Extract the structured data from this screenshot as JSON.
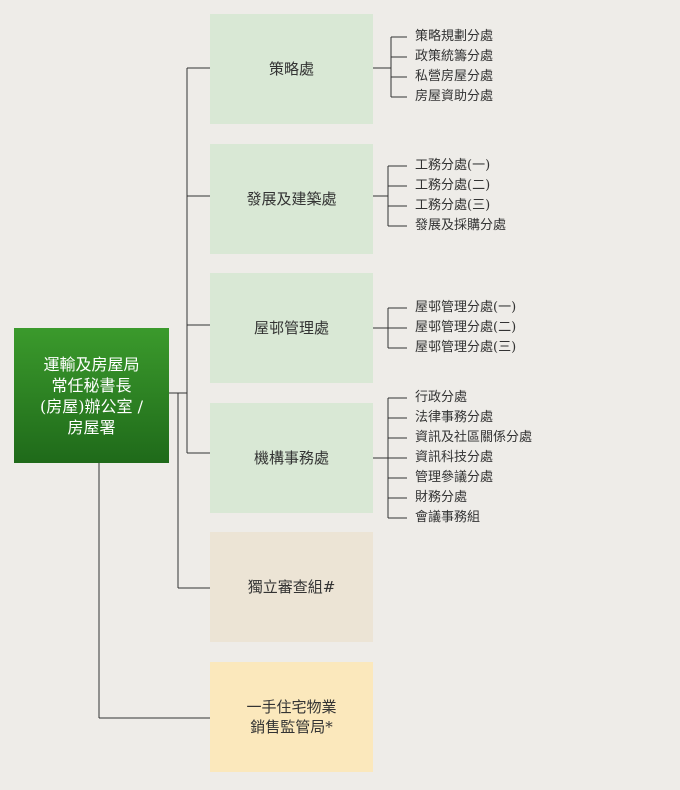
{
  "root": {
    "line1": "運輸及房屋局",
    "line2": "常任秘書長",
    "line3": "(房屋)辦公室 /",
    "line4": "房屋署"
  },
  "divisions": [
    {
      "label": "策略處",
      "subs": [
        "策略規劃分處",
        "政策統籌分處",
        "私營房屋分處",
        "房屋資助分處"
      ]
    },
    {
      "label": "發展及建築處",
      "subs": [
        "工務分處(一)",
        "工務分處(二)",
        "工務分處(三)",
        "發展及採購分處"
      ]
    },
    {
      "label": "屋邨管理處",
      "subs": [
        "屋邨管理分處(一)",
        "屋邨管理分處(二)",
        "屋邨管理分處(三)"
      ]
    },
    {
      "label": "機構事務處",
      "subs": [
        "行政分處",
        "法律事務分處",
        "資訊及社區關係分處",
        "資訊科技分處",
        "管理參議分處",
        "財務分處",
        "會議事務組"
      ]
    }
  ],
  "independent_unit": {
    "label": "獨立審查組#"
  },
  "sales_authority": {
    "line1": "一手住宅物業",
    "line2": "銷售監管局*"
  },
  "colors": {
    "background": "#eeece8",
    "root_top": "#3b9a2c",
    "root_bottom": "#1f6a1a",
    "division_box": "#d9e8d5",
    "independent_box": "#ece4d5",
    "sales_box": "#fbe8bc",
    "line": "#333333"
  }
}
